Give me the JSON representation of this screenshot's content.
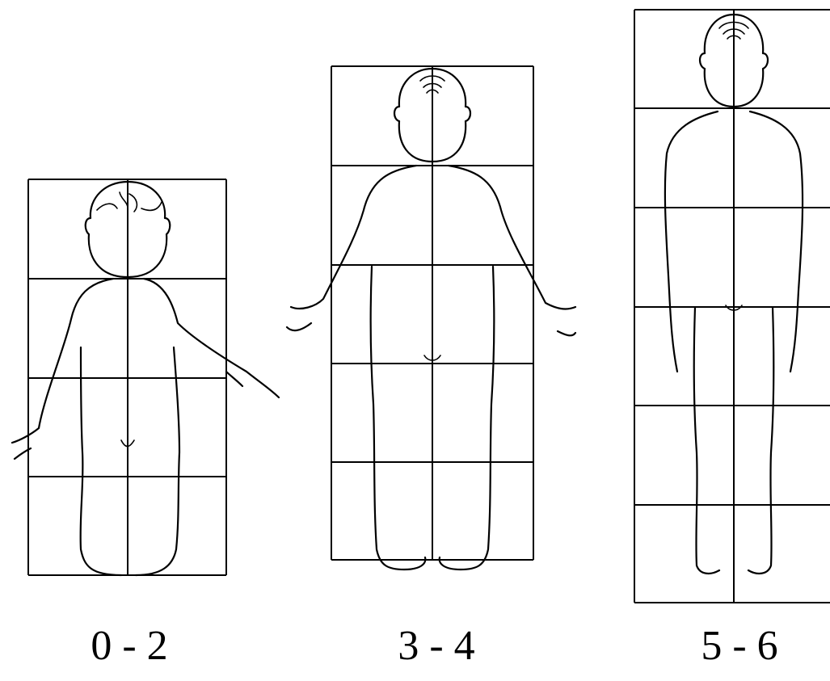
{
  "figures": [
    {
      "id": "fig-0-2",
      "label": "0 - 2"
    },
    {
      "id": "fig-3-4",
      "label": "3 - 4"
    },
    {
      "id": "fig-5-6",
      "label": "5 - 6"
    }
  ]
}
